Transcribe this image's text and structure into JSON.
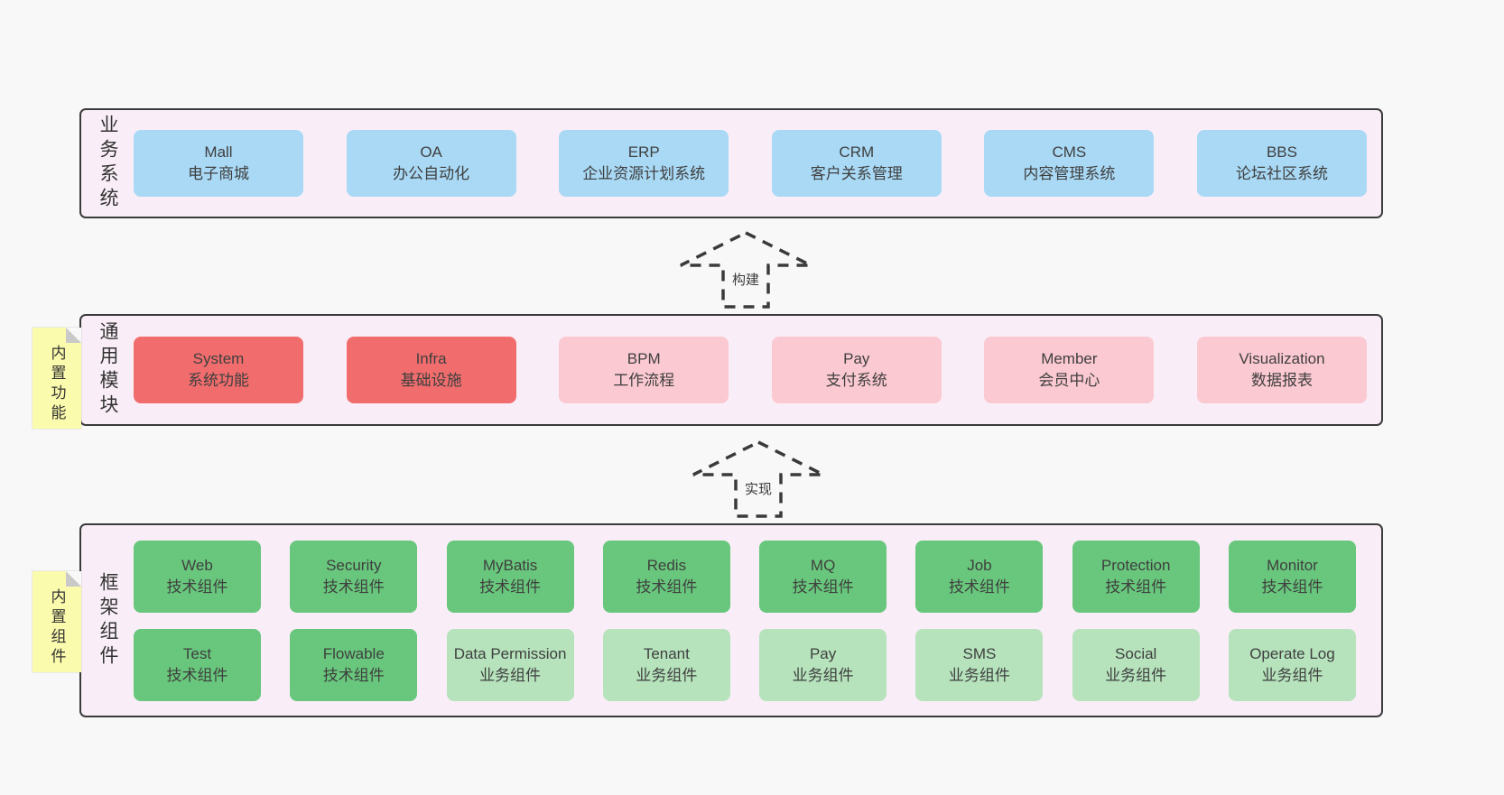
{
  "colors": {
    "page-bg": "#f8f8f8",
    "band-bg": "#f9eef7",
    "band-border": "#3b3b3b",
    "box-blue": "#a9d9f5",
    "box-red": "#f16d6d",
    "box-pink": "#fbc9d1",
    "box-green-dark": "#68c77c",
    "box-green-light": "#b6e3bc",
    "sticky-yellow": "#fbfbad",
    "fold-gray": "#c9c9c9",
    "text-dark": "#3f3f3f"
  },
  "arrows": [
    {
      "label": "构建"
    },
    {
      "label": "实现"
    }
  ],
  "bands": [
    {
      "id": "business-systems",
      "label": "业务系统",
      "boxes": [
        {
          "title": "Mall",
          "subtitle": "电子商城"
        },
        {
          "title": "OA",
          "subtitle": "办公自动化"
        },
        {
          "title": "ERP",
          "subtitle": "企业资源计划系统"
        },
        {
          "title": "CRM",
          "subtitle": "客户关系管理"
        },
        {
          "title": "CMS",
          "subtitle": "内容管理系统"
        },
        {
          "title": "BBS",
          "subtitle": "论坛社区系统"
        }
      ]
    },
    {
      "id": "common-modules",
      "label": "通用模块",
      "sticky": "内置功能",
      "boxes": [
        {
          "title": "System",
          "subtitle": "系统功能"
        },
        {
          "title": "Infra",
          "subtitle": "基础设施"
        },
        {
          "title": "BPM",
          "subtitle": "工作流程"
        },
        {
          "title": "Pay",
          "subtitle": "支付系统"
        },
        {
          "title": "Member",
          "subtitle": "会员中心"
        },
        {
          "title": "Visualization",
          "subtitle": "数据报表"
        }
      ]
    },
    {
      "id": "framework-components",
      "label": "框架组件",
      "sticky": "内置组件",
      "rows": [
        [
          {
            "title": "Web",
            "subtitle": "技术组件"
          },
          {
            "title": "Security",
            "subtitle": "技术组件"
          },
          {
            "title": "MyBatis",
            "subtitle": "技术组件"
          },
          {
            "title": "Redis",
            "subtitle": "技术组件"
          },
          {
            "title": "MQ",
            "subtitle": "技术组件"
          },
          {
            "title": "Job",
            "subtitle": "技术组件"
          },
          {
            "title": "Protection",
            "subtitle": "技术组件"
          },
          {
            "title": "Monitor",
            "subtitle": "技术组件"
          }
        ],
        [
          {
            "title": "Test",
            "subtitle": "技术组件"
          },
          {
            "title": "Flowable",
            "subtitle": "技术组件"
          },
          {
            "title": "Data Permission",
            "subtitle": "业务组件"
          },
          {
            "title": "Tenant",
            "subtitle": "业务组件"
          },
          {
            "title": "Pay",
            "subtitle": "业务组件"
          },
          {
            "title": "SMS",
            "subtitle": "业务组件"
          },
          {
            "title": "Social",
            "subtitle": "业务组件"
          },
          {
            "title": "Operate Log",
            "subtitle": "业务组件"
          }
        ]
      ]
    }
  ]
}
